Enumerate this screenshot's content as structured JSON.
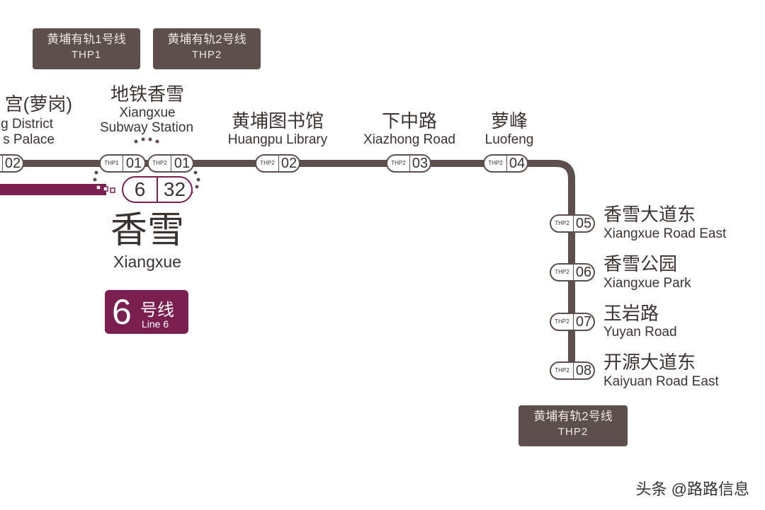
{
  "badges": {
    "thp1_top": {
      "cn": "黄埔有轨1号线",
      "code": "THP1"
    },
    "thp2_top": {
      "cn": "黄埔有轨2号线",
      "code": "THP2"
    },
    "thp2_bottom": {
      "cn": "黄埔有轨2号线",
      "code": "THP2"
    }
  },
  "colors": {
    "thp": "#5d4f4b",
    "line6": "#7a1f4f"
  },
  "stations": {
    "left": {
      "cn": "宫(萝岗)",
      "en1": "g District",
      "en2": "s Palace",
      "line": "",
      "no": "02"
    },
    "subway": {
      "cn": "地铁香雪",
      "en1": "Xiangxue",
      "en2": "Subway Station",
      "thp1": "THP1",
      "thp1_no": "01",
      "thp2": "THP2",
      "thp2_no": "01"
    },
    "s02": {
      "cn": "黄埔图书馆",
      "en": "Huangpu Library",
      "line": "THP2",
      "no": "02"
    },
    "s03": {
      "cn": "下中路",
      "en": "Xiazhong Road",
      "line": "THP2",
      "no": "03"
    },
    "s04": {
      "cn": "萝峰",
      "en": "Luofeng",
      "line": "THP2",
      "no": "04"
    },
    "s05": {
      "cn": "香雪大道东",
      "en": "Xiangxue Road East",
      "line": "THP2",
      "no": "05"
    },
    "s06": {
      "cn": "香雪公园",
      "en": "Xiangxue Park",
      "line": "THP2",
      "no": "06"
    },
    "s07": {
      "cn": "玉岩路",
      "en": "Yuyan Road",
      "line": "THP2",
      "no": "07"
    },
    "s08": {
      "cn": "开源大道东",
      "en": "Kaiyuan Road East",
      "line": "THP2",
      "no": "08"
    }
  },
  "metro": {
    "cn": "香雪",
    "en": "Xiangxue",
    "line": "6",
    "no": "32",
    "line_badge": {
      "num": "6",
      "cn": "号线",
      "en": "Line 6"
    }
  },
  "watermark": "头条 @路路信息"
}
